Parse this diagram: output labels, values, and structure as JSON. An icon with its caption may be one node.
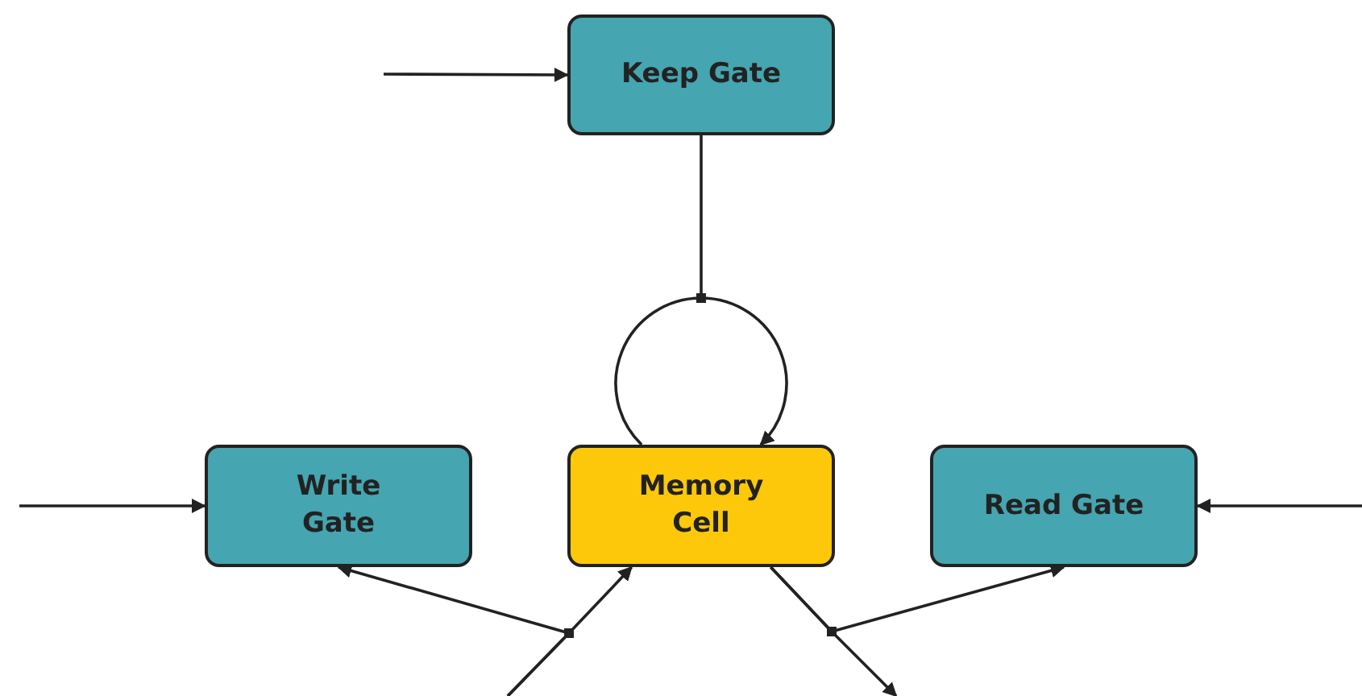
{
  "diagram": {
    "nodes": [
      {
        "text": [
          "Keep Gate"
        ]
      },
      {
        "text": [
          "Write Gate"
        ]
      },
      {
        "text": [
          "Memory Cell"
        ]
      },
      {
        "text": [
          "Read Gate"
        ]
      }
    ],
    "edges": [
      {
        "from": null,
        "to": 0,
        "arrow": "to"
      },
      {
        "from": null,
        "to": 1,
        "arrow": "to"
      },
      {
        "from": null,
        "to": 3,
        "arrow": "to"
      },
      {
        "from": 0,
        "to": 2,
        "arrow": "to"
      },
      {
        "from": null,
        "to": 2,
        "arrow": "to"
      },
      {
        "from": null,
        "to": 1,
        "arrow": "to"
      },
      {
        "from": 2,
        "to": null,
        "arrow": "to"
      },
      {
        "from": 2,
        "to": 3,
        "arrow": "to"
      }
    ]
  }
}
